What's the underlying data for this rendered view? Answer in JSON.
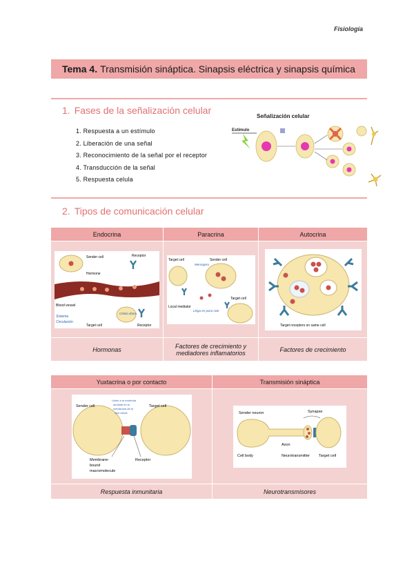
{
  "header": {
    "subject": "Fisiología"
  },
  "title": {
    "prefix": "Tema 4.",
    "text": "Transmisión sináptica. Sinapsis eléctrica y sinapsis química"
  },
  "section1": {
    "number": "1.",
    "title": "Fases de la señalización celular",
    "items": [
      "1. Respuesta a un estímulo",
      "2. Liberación de una señal",
      "3. Reconocimiento de la señal por el receptor",
      "4. Transducción de la señal",
      "5. Respuesta celula"
    ],
    "figure": {
      "caption": "Señalización celular",
      "stimulus": "Estímulo"
    }
  },
  "section2": {
    "number": "2.",
    "title": "Tipos de comunicación celular",
    "table1": {
      "headers": [
        "Endocrina",
        "Paracrina",
        "Autocrina"
      ],
      "labels": [
        "Hormonas",
        "Factores de crecimiento y mediadores inflamatorios",
        "Factores de crecimiento"
      ],
      "endocrine_fig": {
        "sender": "Sender cell",
        "receptor": "Receptor",
        "hormone": "Hormone",
        "vessel": "Blood vessel",
        "target": "Target cell",
        "receptor2": "Receptor",
        "note1": "Sistema",
        "note2": "Circulación",
        "note3": "Célula diana"
      },
      "paracrine_fig": {
        "target1": "Target cell",
        "sender": "Sender cell",
        "local": "Local mediator",
        "target2": "Target cell",
        "note1": "Mensajero",
        "note2": "Llega en poco rato"
      },
      "autocrine_fig": {
        "caption": "Target receptors on same cell"
      }
    },
    "table2": {
      "headers": [
        "Yuxtacrina o por contacto",
        "Transmisión sináptica"
      ],
      "labels": [
        "Respuesta inmunitaria",
        "Neurotransmisores"
      ],
      "juxta_fig": {
        "sender": "Sender cell",
        "target": "Target cell",
        "membrane": "Membrane-",
        "bound": "bound",
        "macro": "macromolecule",
        "receptor": "Receptor",
        "note1": "Unión a la molécula",
        "note2": "anclada en la",
        "note3": "membrana de la",
        "note4": "otra célula"
      },
      "synapse_fig": {
        "sender": "Sender neuron",
        "synapse": "Synapse",
        "axon": "Axon",
        "body": "Cell body",
        "neuro": "Neurotransmitter",
        "target": "Target cell"
      }
    }
  }
}
